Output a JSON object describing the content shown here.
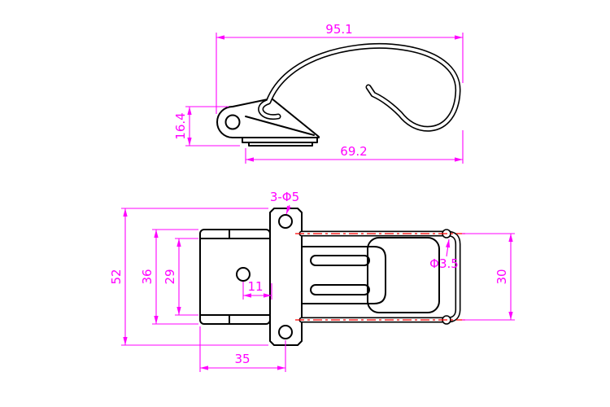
{
  "colors": {
    "background": "#ffffff",
    "part": "#000000",
    "dimension": "#ff00ff",
    "centerline": "#ff0000"
  },
  "side_view": {
    "dim_overall_length": "95.1",
    "dim_base_height": "16.4",
    "dim_hook_length": "69.2"
  },
  "plan_view": {
    "callout_holes": "3-Φ5",
    "dim_overall_width": "52",
    "dim_lever_width": "36",
    "dim_inner_width": "29",
    "dim_hole_offset": "11",
    "dim_base_length": "35",
    "dim_wire_span": "30",
    "callout_wire_diameter": "Φ3.5"
  }
}
